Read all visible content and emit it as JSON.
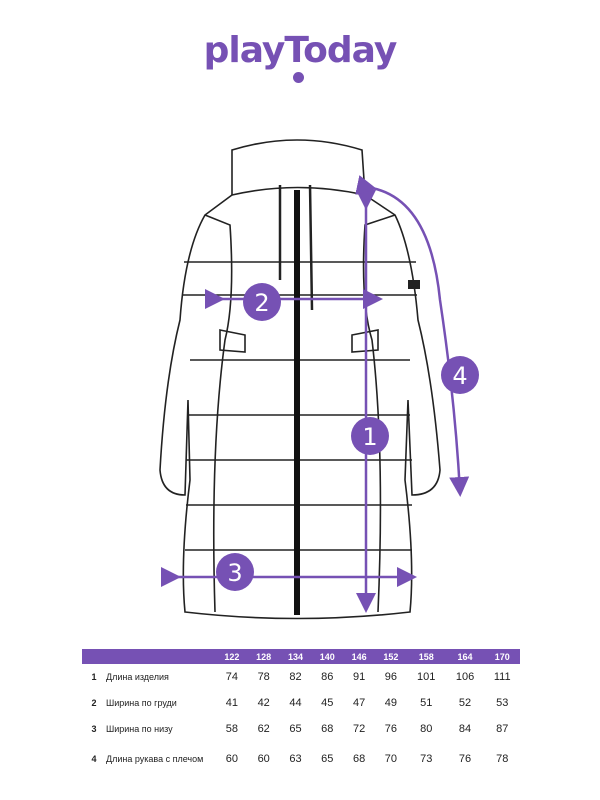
{
  "brand": {
    "logo": "playToday",
    "accent": "#7651b4"
  },
  "markers": [
    "1",
    "2",
    "3",
    "4"
  ],
  "size_table": {
    "sizes": [
      "122",
      "128",
      "134",
      "140",
      "146",
      "152",
      "158",
      "164",
      "170"
    ],
    "rows": [
      {
        "num": "1",
        "label": "Длина изделия",
        "values": [
          "74",
          "78",
          "82",
          "86",
          "91",
          "96",
          "101",
          "106",
          "111"
        ]
      },
      {
        "num": "2",
        "label": "Ширина по груди",
        "values": [
          "41",
          "42",
          "44",
          "45",
          "47",
          "49",
          "51",
          "52",
          "53"
        ]
      },
      {
        "num": "3",
        "label": "Ширина по низу",
        "values": [
          "58",
          "62",
          "65",
          "68",
          "72",
          "76",
          "80",
          "84",
          "87"
        ]
      },
      {
        "num": "4",
        "label": "Длина рукава с плечом",
        "values": [
          "60",
          "60",
          "63",
          "65",
          "68",
          "70",
          "73",
          "76",
          "78"
        ]
      }
    ]
  }
}
